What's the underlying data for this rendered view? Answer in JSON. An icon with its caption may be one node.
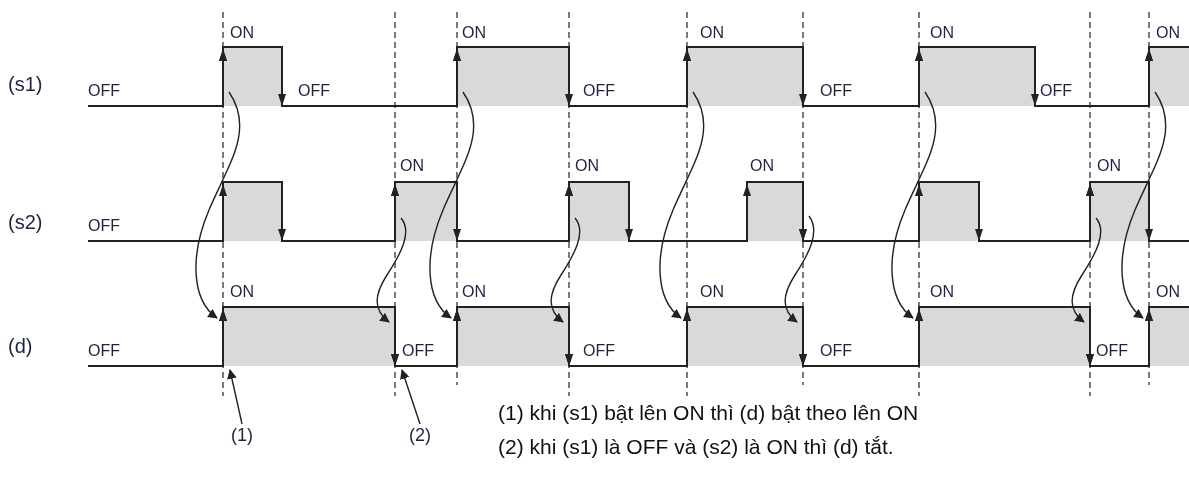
{
  "diagram": {
    "nodes": [
      {
        "text": [],
        "shape": "bar"
      },
      {
        "text": [],
        "shape": "bar"
      },
      {
        "text": [],
        "shape": "bar"
      },
      {
        "text": [],
        "shape": "bar"
      },
      {
        "text": [],
        "shape": "bar"
      },
      {
        "text": [],
        "shape": "bar"
      },
      {
        "text": [],
        "shape": "bar"
      },
      {
        "text": [],
        "shape": "bar"
      },
      {
        "text": [],
        "shape": "bar"
      },
      {
        "text": [],
        "shape": "bar"
      },
      {
        "text": [],
        "shape": "bar"
      },
      {
        "text": [],
        "shape": "bar"
      },
      {
        "text": [],
        "shape": "bar"
      },
      {
        "text": [],
        "shape": "bar"
      },
      {
        "text": [],
        "shape": "bar"
      },
      {
        "text": [],
        "shape": "bar"
      },
      {
        "text": [],
        "shape": "bar"
      },
      {
        "text": [],
        "shape": "bar"
      },
      {
        "text": [
          "(1)"
        ]
      },
      {
        "text": [
          "(2)"
        ]
      }
    ],
    "edges": [
      {
        "from": 0,
        "to": 9,
        "arrow": "to"
      },
      {
        "from": 1,
        "to": 11,
        "arrow": "to"
      },
      {
        "from": 2,
        "to": 13,
        "arrow": "to"
      },
      {
        "from": 3,
        "to": 15,
        "arrow": "to"
      },
      {
        "from": 4,
        "to": 17,
        "arrow": "to"
      },
      {
        "from": 5,
        "to": 10,
        "arrow": "to"
      },
      {
        "from": 6,
        "to": 12,
        "arrow": "to"
      },
      {
        "from": 7,
        "to": 14,
        "arrow": "to"
      },
      {
        "from": 8,
        "to": 16,
        "arrow": "to"
      },
      {
        "from": 18,
        "to": 9,
        "arrow": "to"
      },
      {
        "from": 19,
        "to": 10,
        "arrow": "to"
      }
    ],
    "labels": [
      "ON",
      "ON",
      "ON",
      "ON",
      "ON",
      "(s1)",
      "OFF",
      "OFF",
      "OFF",
      "OFF",
      "OFF",
      "ON",
      "ON",
      "ON",
      "ON",
      "(s2)",
      "OFF",
      "ON",
      "ON",
      "ON",
      "ON",
      "ON",
      "(d)",
      "OFF",
      "OFF",
      "OFF",
      "OFF",
      "OFF",
      "(1) khi (s1) bật lên ON thì (d) bật theo lên ON",
      "(2) khi (s1) là OFF và (s2) là ON thì (d) tắt."
    ]
  }
}
